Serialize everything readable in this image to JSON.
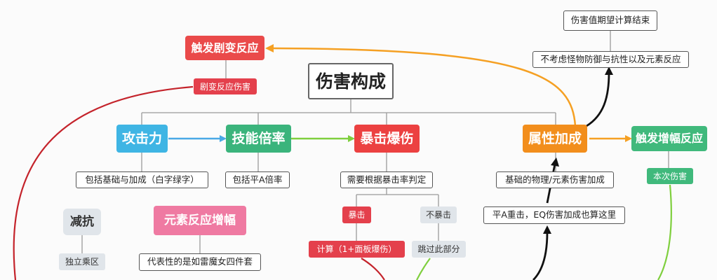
{
  "diagram": {
    "root": "伤害构成",
    "branches": {
      "attack": {
        "label": "攻击力",
        "note": "包括基础与加成（白字绿字）",
        "color": "#3fb5e4"
      },
      "skill": {
        "label": "技能倍率",
        "note": "包括平A倍率",
        "color": "#3bb47c"
      },
      "crit": {
        "label": "暴击爆伤",
        "note": "需要根据暴击率判定",
        "color": "#ec4141",
        "crit_tag": "暴击",
        "crit_calc": "计算（1+面板爆伤）",
        "nocrit_tag": "不暴击",
        "nocrit_note": "跳过此部分"
      },
      "element": {
        "label": "属性加成",
        "note1": "基础的物理/元素伤害加成",
        "note2": "平A重击，EQ伤害加成也算这里",
        "color": "#f28e1c"
      }
    },
    "transform": {
      "label": "触发剧变反应",
      "tag": "剧变反应伤害",
      "color": "#ea4a4a"
    },
    "amplify": {
      "label": "触发增幅反应",
      "tag": "本次伤害",
      "color": "#40b97c"
    },
    "expected": {
      "label": "伤害值期望计算结束",
      "note": "不考虑怪物防御与抗性以及元素反应"
    },
    "res": {
      "label": "减抗",
      "tag": "独立乘区"
    },
    "elemreact": {
      "label": "元素反应增幅",
      "note": "代表性的是如雷魔女四件套",
      "color": "#ef7aa2"
    },
    "colors": {
      "orange_line": "#f5a023",
      "blue_line": "#4aa9e6",
      "green_line": "#7fcf3e",
      "red_line": "#c4232b",
      "black_line": "#111111",
      "tree_line": "#9a9a9a"
    }
  }
}
